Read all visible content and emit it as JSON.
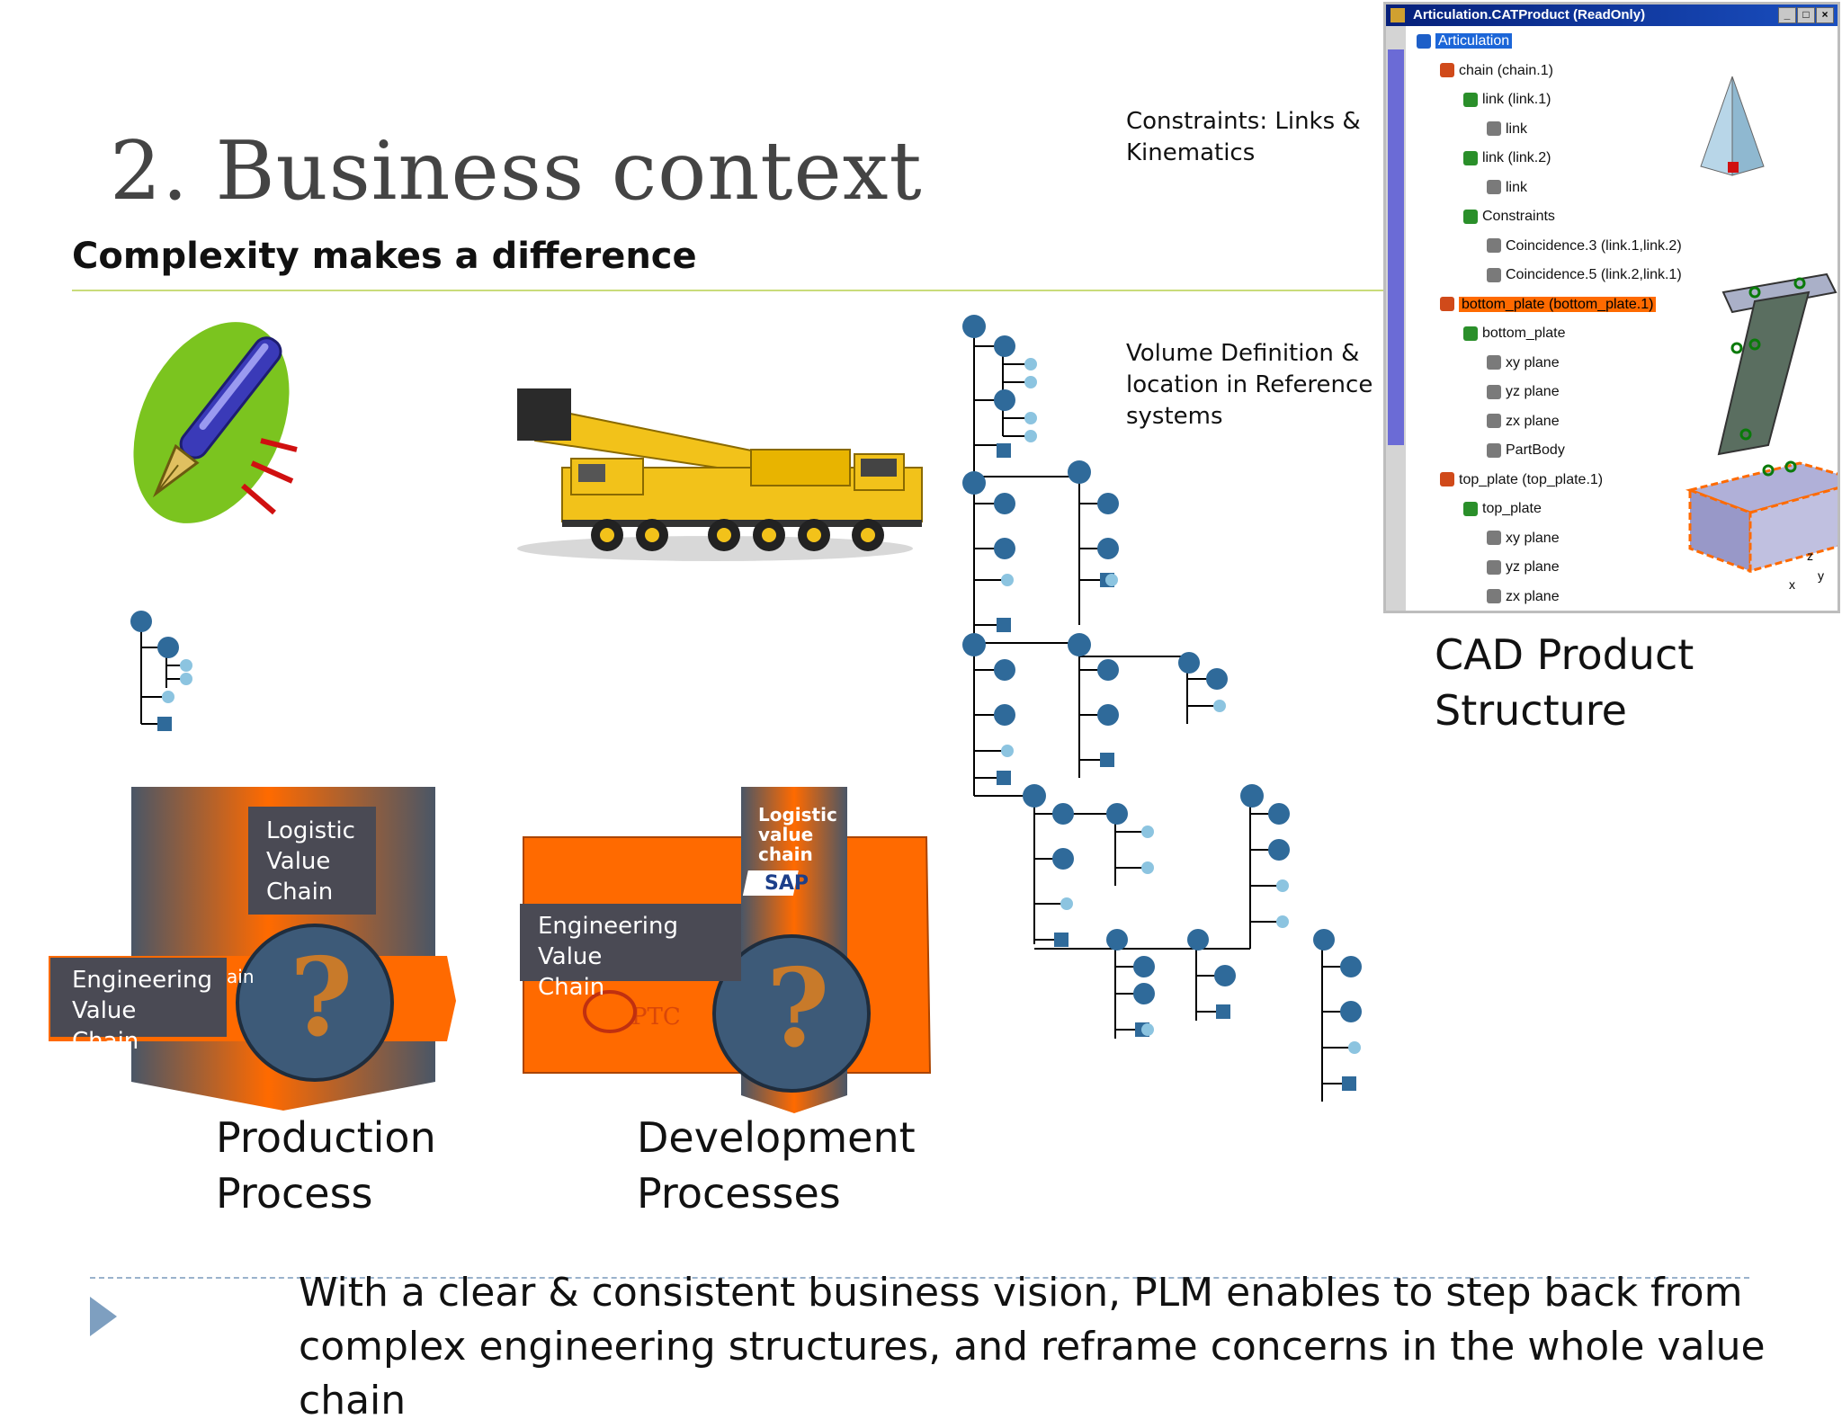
{
  "slide": {
    "title": "2. Business context",
    "subtitle": "Complexity makes a difference"
  },
  "notes": {
    "constraints_line1": "Constraints: Links &",
    "constraints_line2": "Kinematics",
    "volume_line1": "Volume Definition &",
    "volume_line2": "location in Reference",
    "volume_line3": "systems"
  },
  "cad_window": {
    "title": "Articulation.CATProduct (ReadOnly)",
    "tree": [
      {
        "label": "Articulation",
        "depth": 0,
        "state": "selected"
      },
      {
        "label": "chain (chain.1)",
        "depth": 1
      },
      {
        "label": "link (link.1)",
        "depth": 2
      },
      {
        "label": "link",
        "depth": 3
      },
      {
        "label": "link (link.2)",
        "depth": 2
      },
      {
        "label": "link",
        "depth": 3
      },
      {
        "label": "Constraints",
        "depth": 2
      },
      {
        "label": "Coincidence.3 (link.1,link.2)",
        "depth": 3
      },
      {
        "label": "Coincidence.5 (link.2,link.1)",
        "depth": 3
      },
      {
        "label": "bottom_plate (bottom_plate.1)",
        "depth": 1,
        "state": "highlighted"
      },
      {
        "label": "bottom_plate",
        "depth": 2
      },
      {
        "label": "xy plane",
        "depth": 3
      },
      {
        "label": "yz plane",
        "depth": 3
      },
      {
        "label": "zx plane",
        "depth": 3
      },
      {
        "label": "PartBody",
        "depth": 3
      },
      {
        "label": "top_plate (top_plate.1)",
        "depth": 1
      },
      {
        "label": "top_plate",
        "depth": 2
      },
      {
        "label": "xy plane",
        "depth": 3
      },
      {
        "label": "yz plane",
        "depth": 3
      },
      {
        "label": "zx plane",
        "depth": 3
      }
    ],
    "axis_x": "x",
    "axis_y": "y",
    "axis_z": "z"
  },
  "labels": {
    "cad_line1": "CAD Product",
    "cad_line2": "Structure",
    "production_line1": "Production",
    "production_line2": "Process",
    "development_line1": "Development",
    "development_line2": "Processes"
  },
  "diagrams": {
    "production": {
      "logistic_line1": "Logistic",
      "logistic_line2": "Value",
      "logistic_line3": "Chain",
      "engineering_line1": "Engineering",
      "engineering_line2": "Value Chain",
      "partial_text": "ain"
    },
    "development": {
      "logistic_line1": "Logistic",
      "logistic_line2": "value",
      "logistic_line3": "chain",
      "sap": "SAP",
      "engineering_line1": "Engineering Value",
      "engineering_line2": "Chain",
      "ptc": "PTC"
    }
  },
  "footer": {
    "line1": "With a clear & consistent business vision, PLM enables to step back from",
    "line2": "complex engineering structures, and reframe concerns in the whole value chain"
  },
  "colors": {
    "orange": "#ff6a00",
    "slate": "#4a5666",
    "navy_circle": "#3d5a78",
    "tree_blue": "#2f6a9a",
    "selection_blue": "#1c66d8"
  }
}
